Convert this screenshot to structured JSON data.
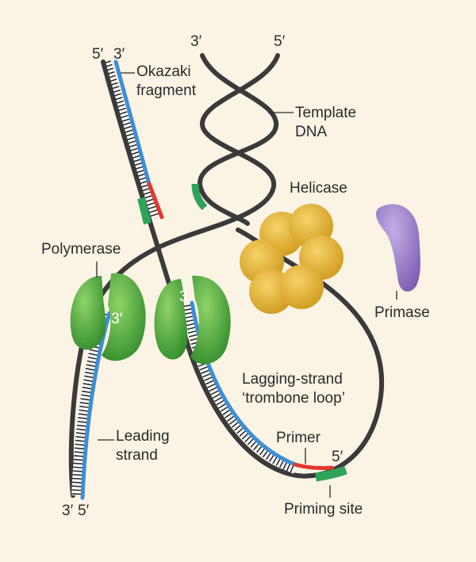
{
  "diagram": {
    "colors": {
      "background": "#fbf3e3",
      "template_strand": "#3a3a3a",
      "new_strand": "#3d8fd4",
      "primer": "#e2382d",
      "priming_site": "#2fa35a",
      "polymerase": "#4fa83a",
      "helicase": "#e3b02c",
      "primase": "#9b7bc6"
    },
    "labels": {
      "okazaki_1": "Okazaki",
      "okazaki_2": "fragment",
      "template_1": "Template",
      "template_2": "DNA",
      "helicase": "Helicase",
      "primase": "Primase",
      "polymerase": "Polymerase",
      "lagging_1": "Lagging-strand",
      "lagging_2": "‘trombone loop’",
      "leading_1": "Leading",
      "leading_2": "strand",
      "primer": "Primer",
      "priming_site": "Priming site"
    },
    "ends": {
      "okazaki_5": "5′",
      "okazaki_3": "3′",
      "template_3": "3′",
      "template_5": "5′",
      "leading_3": "3′",
      "leading_5": "5′",
      "pol_left_3": "3′",
      "pol_right_3": "3′",
      "primer_5": "5′"
    }
  }
}
